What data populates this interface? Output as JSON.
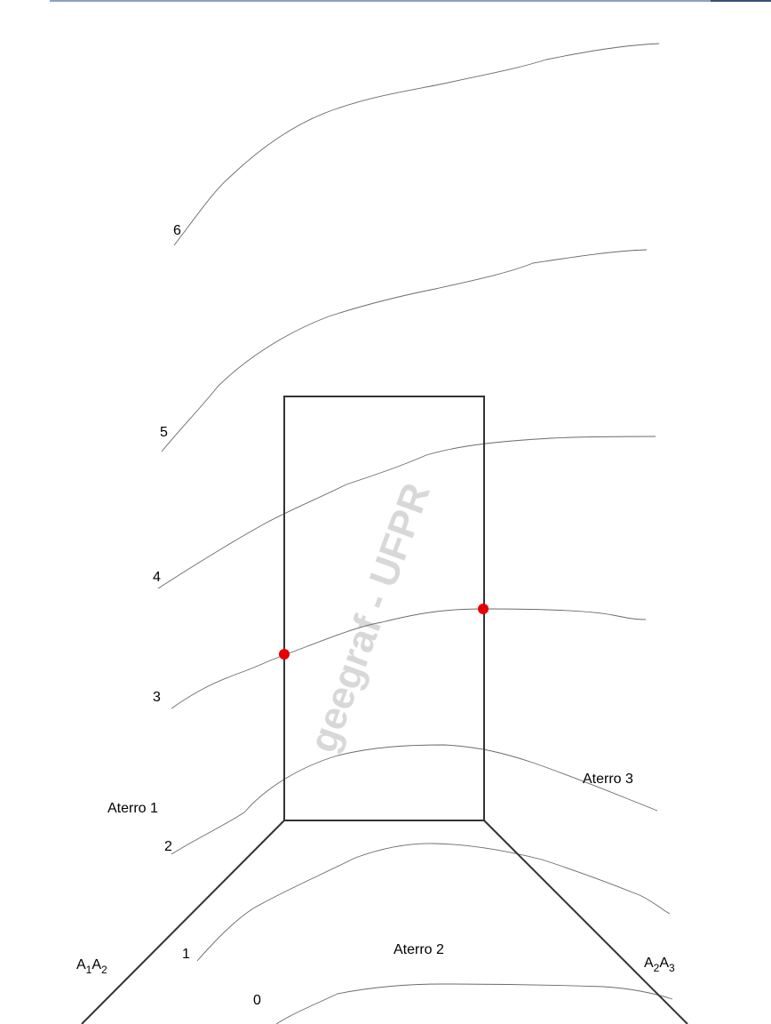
{
  "contour_labels": [
    "6",
    "5",
    "4",
    "3",
    "2",
    "1",
    "0"
  ],
  "region_labels": {
    "aterro1": "Aterro 1",
    "aterro2": "Aterro 2",
    "aterro3": "Aterro 3"
  },
  "slope_labels": {
    "left": {
      "main": "A",
      "sub1": "1",
      "mid": "A",
      "sub2": "2"
    },
    "right": {
      "main": "A",
      "sub1": "2",
      "mid": "A",
      "sub2": "3"
    }
  },
  "watermark": "geegraf - UFPR",
  "colors": {
    "contour": "#6a6a6a",
    "structure": "#333333",
    "point": "#e60000",
    "watermark": "#d8d8d8"
  }
}
